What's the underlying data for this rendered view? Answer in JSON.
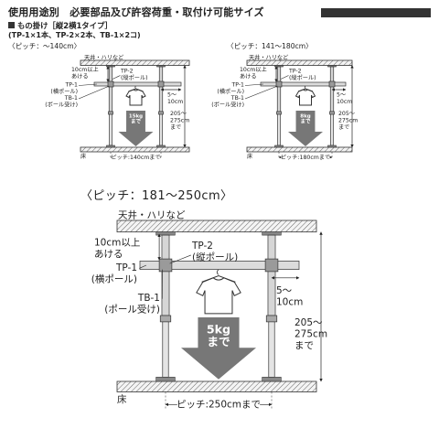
{
  "header": {
    "title": "使用用途別　必要部品及び許容荷重・取付け可能サイズ"
  },
  "subtitle": {
    "title": "もの掛け［縦2横1タイプ］",
    "parts": "(TP-1×1本、TP-2×2本、TB-1×2コ)"
  },
  "diagrams": [
    {
      "pitch_heading": "〈ピッチ：〜140cm〉",
      "ceiling": "天井・ハリなど",
      "gap": [
        "10cm以上",
        "あける"
      ],
      "tp2": [
        "TP-2",
        "(縦ポール)"
      ],
      "tp1": [
        "TP-1",
        "(横ポール)"
      ],
      "tb1": [
        "TB-1",
        "(ボール受け)"
      ],
      "overhang": [
        "5〜",
        "10cm"
      ],
      "height": [
        "205〜",
        "275cm",
        "まで"
      ],
      "load": [
        "15kg",
        "まで"
      ],
      "floor": "床",
      "pitch": "ピッチ:140cmまで"
    },
    {
      "pitch_heading": "〈ピッチ：141〜180cm〉",
      "ceiling": "天井・ハリなど",
      "gap": [
        "10cm以上",
        "あける"
      ],
      "tp2": [
        "TP-2",
        "(縦ポール)"
      ],
      "tp1": [
        "TP-1",
        "(横ポール)"
      ],
      "tb1": [
        "TB-1",
        "(ボール受け)"
      ],
      "overhang": [
        "5〜",
        "10cm"
      ],
      "height": [
        "205〜",
        "275cm",
        "まで"
      ],
      "load": [
        "8kg",
        "まで"
      ],
      "floor": "床",
      "pitch": "ピッチ:180cmまで"
    },
    {
      "pitch_heading": "〈ピッチ：181〜250cm〉",
      "ceiling": "天井・ハリなど",
      "gap": [
        "10cm以上",
        "あける"
      ],
      "tp2": [
        "TP-2",
        "(縦ポール)"
      ],
      "tp1": [
        "TP-1",
        "(横ポール)"
      ],
      "tb1": [
        "TB-1",
        "(ポール受け)"
      ],
      "overhang": [
        "5〜",
        "10cm"
      ],
      "height": [
        "205〜",
        "275cm",
        "まで"
      ],
      "load": [
        "5kg",
        "まで"
      ],
      "floor": "床",
      "pitch": "ピッチ:250cmまで"
    }
  ]
}
